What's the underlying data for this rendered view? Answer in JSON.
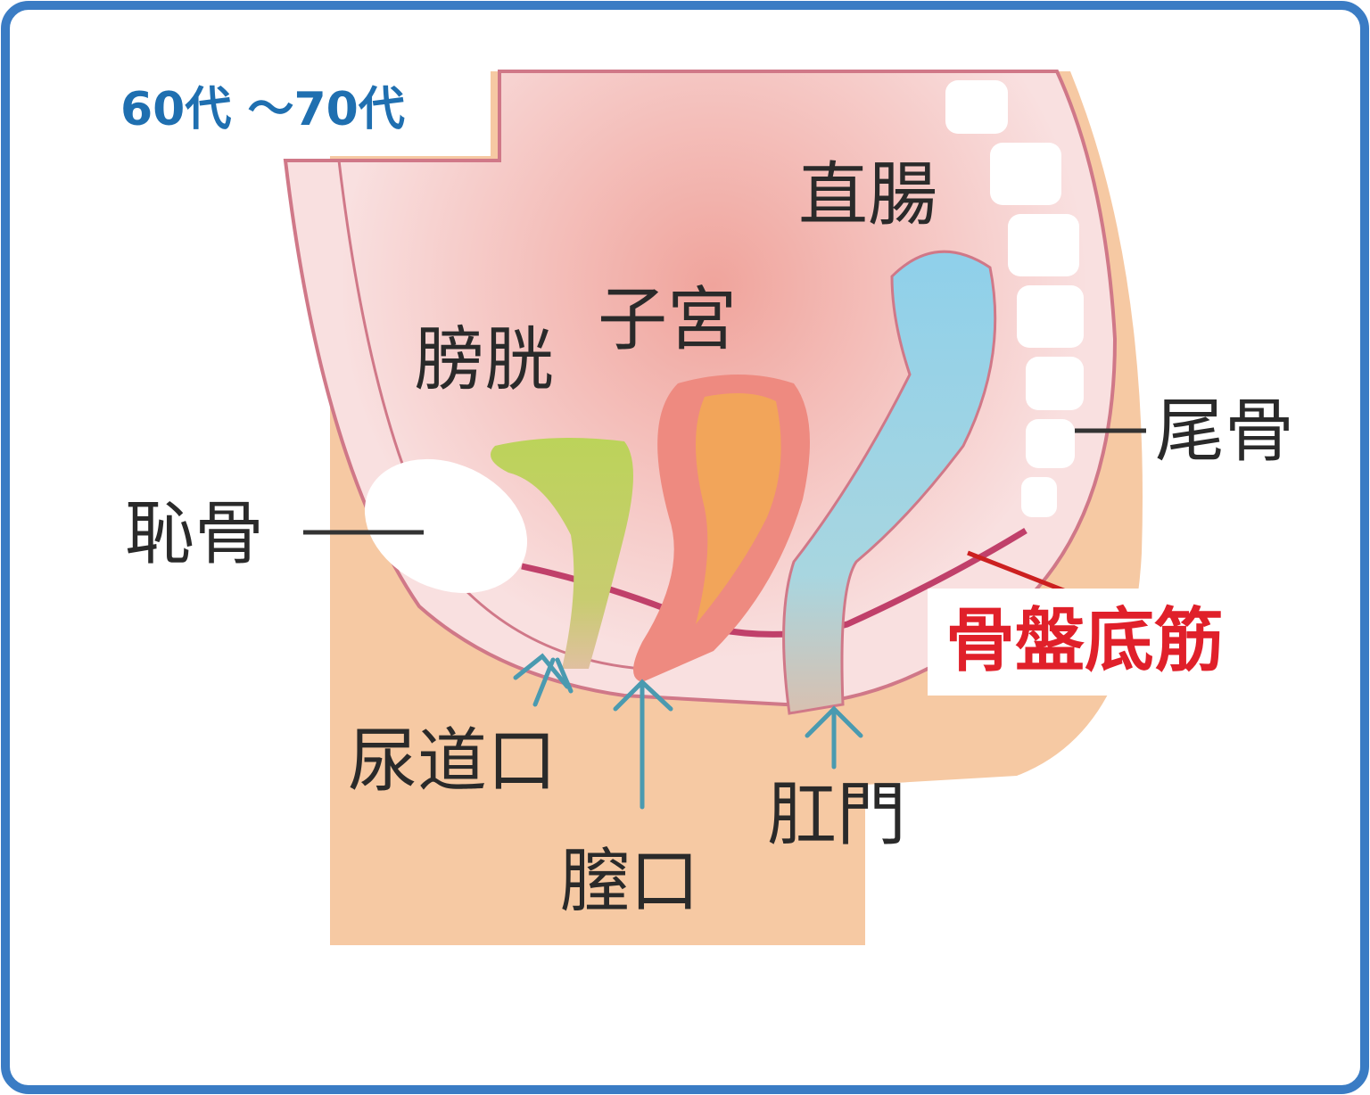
{
  "title": "60代 〜70代",
  "colors": {
    "frame": "#3a7cc4",
    "title": "#1f6fb0",
    "skin": "#f6c9a3",
    "cavity": "#f7d6d6",
    "bladder": "#bcd35a",
    "uterus_outer": "#ee8a80",
    "uterus_inner": "#f2a55a",
    "rectum": "#93d2e6",
    "pelvic_floor": "#c0406a",
    "arrow": "#4a9ab0",
    "highlight": "#e0202a"
  },
  "labels": {
    "rectum": "直腸",
    "uterus": "子宮",
    "bladder": "膀胱",
    "coccyx": "尾骨",
    "pubic_bone": "恥骨",
    "pelvic_floor": "骨盤底筋",
    "urethral_opening": "尿道口",
    "vaginal_opening": "膣口",
    "anus": "肛門"
  }
}
